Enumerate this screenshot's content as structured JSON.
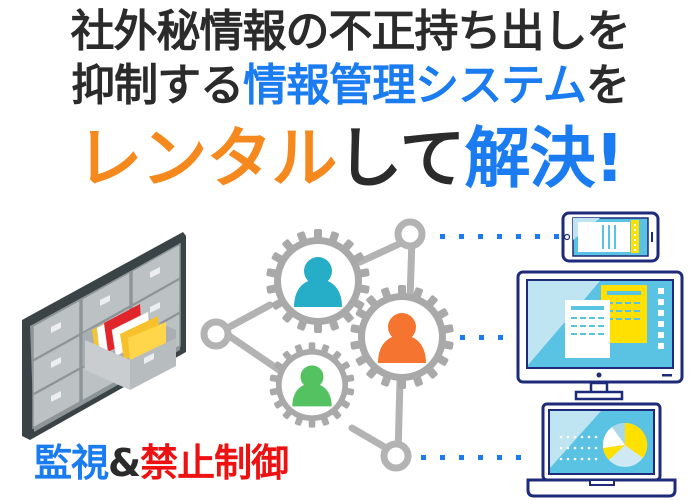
{
  "headline": {
    "line1": "社外秘情報の不正持ち出しを",
    "line2_dark": "抑制する",
    "line2_blue": "情報管理システム",
    "line2_end": "を",
    "line3_orange": "レンタル",
    "line3_dark": "して",
    "line3_blue": "解決!"
  },
  "caption": {
    "monitor": "監視",
    "amp": "&",
    "control": "禁止制御"
  },
  "colors": {
    "dark_text": "#2b2b2b",
    "blue": "#1a7cf0",
    "orange": "#f5891e",
    "red": "#ee1111",
    "gear_gray": "#a9a9a9",
    "user_teal": "#26aec8",
    "user_orange": "#f5742f",
    "user_green": "#55c262",
    "device_navy": "#1e2a7a",
    "screen_blue": "#5ac3e4",
    "screen_light": "#bfe4f2",
    "doc_yellow": "#ffe000",
    "dot_blue": "#1a7cf0"
  },
  "illustration": {
    "cabinet": "file-cabinet-monitor",
    "users": [
      "teal-user",
      "orange-user",
      "green-user"
    ],
    "devices": [
      "smartphone",
      "desktop-monitor",
      "laptop"
    ]
  }
}
